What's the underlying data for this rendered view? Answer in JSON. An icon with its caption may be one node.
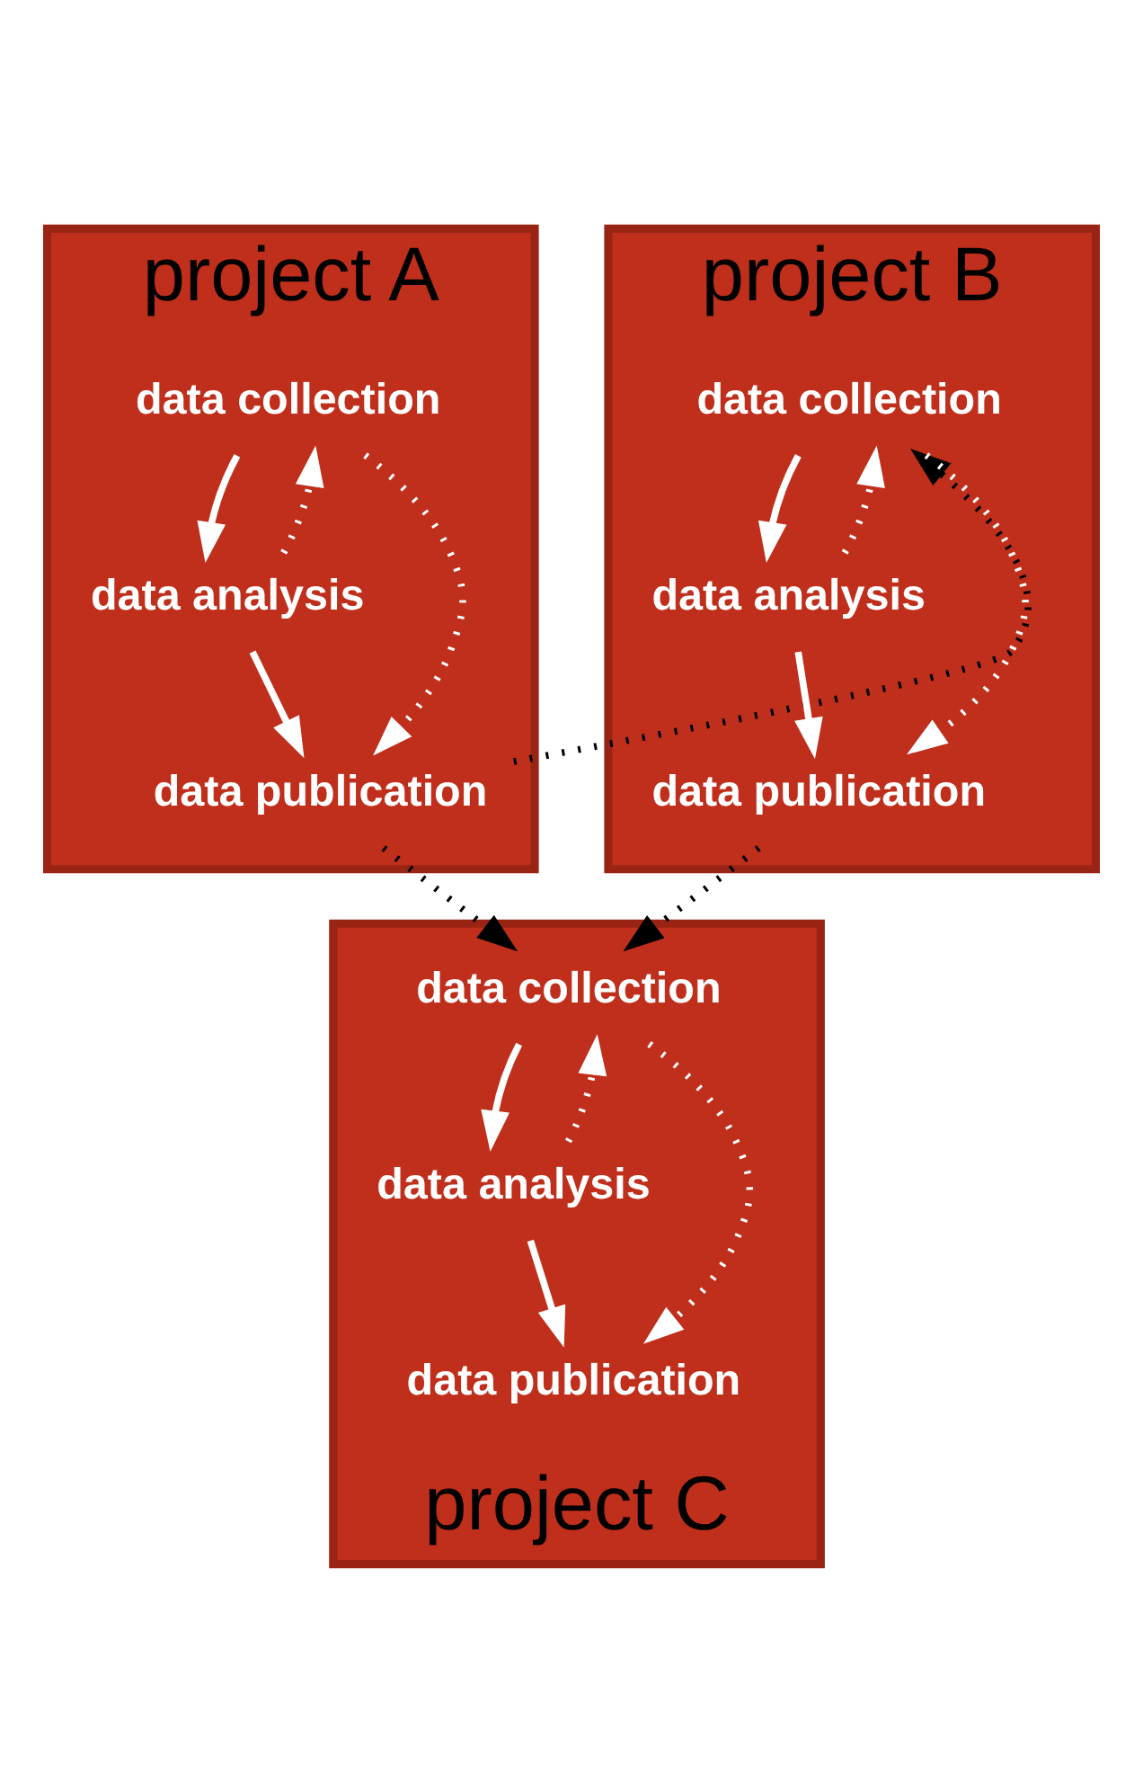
{
  "diagram": {
    "nodes": [
      {
        "text": [
          "project A"
        ]
      },
      {
        "text": [
          "data collection"
        ],
        "in": 0
      },
      {
        "text": [
          "data analysis"
        ],
        "in": 0
      },
      {
        "text": [
          "data publication"
        ],
        "in": 0
      },
      {
        "text": [
          "project B"
        ]
      },
      {
        "text": [
          "data collection"
        ],
        "in": 4
      },
      {
        "text": [
          "data analysis"
        ],
        "in": 4
      },
      {
        "text": [
          "data publication"
        ],
        "in": 4
      },
      {
        "text": [
          "project C"
        ]
      },
      {
        "text": [
          "data collection"
        ],
        "in": 8
      },
      {
        "text": [
          "data analysis"
        ],
        "in": 8
      },
      {
        "text": [
          "data publication"
        ],
        "in": 8
      }
    ],
    "edges": [
      {
        "from": 1,
        "to": 2,
        "arrow": "to"
      },
      {
        "from": 2,
        "to": 3,
        "arrow": "to"
      },
      {
        "from": 2,
        "to": 1,
        "arrow": "to",
        "style": "dashed"
      },
      {
        "from": 1,
        "to": 3,
        "arrow": "to",
        "style": "dashed"
      },
      {
        "from": 5,
        "to": 6,
        "arrow": "to"
      },
      {
        "from": 6,
        "to": 7,
        "arrow": "to"
      },
      {
        "from": 6,
        "to": 5,
        "arrow": "to",
        "style": "dashed"
      },
      {
        "from": 5,
        "to": 7,
        "arrow": "to",
        "style": "dashed"
      },
      {
        "from": 9,
        "to": 10,
        "arrow": "to"
      },
      {
        "from": 10,
        "to": 11,
        "arrow": "to"
      },
      {
        "from": 10,
        "to": 9,
        "arrow": "to",
        "style": "dashed"
      },
      {
        "from": 9,
        "to": 11,
        "arrow": "to",
        "style": "dashed"
      },
      {
        "from": 3,
        "to": 5,
        "arrow": "to",
        "style": "dashed",
        "color": "#000000"
      },
      {
        "from": 3,
        "to": 9,
        "arrow": "to",
        "style": "dashed",
        "color": "#000000"
      },
      {
        "from": 7,
        "to": 9,
        "arrow": "to",
        "style": "dashed",
        "color": "#000000"
      }
    ]
  }
}
